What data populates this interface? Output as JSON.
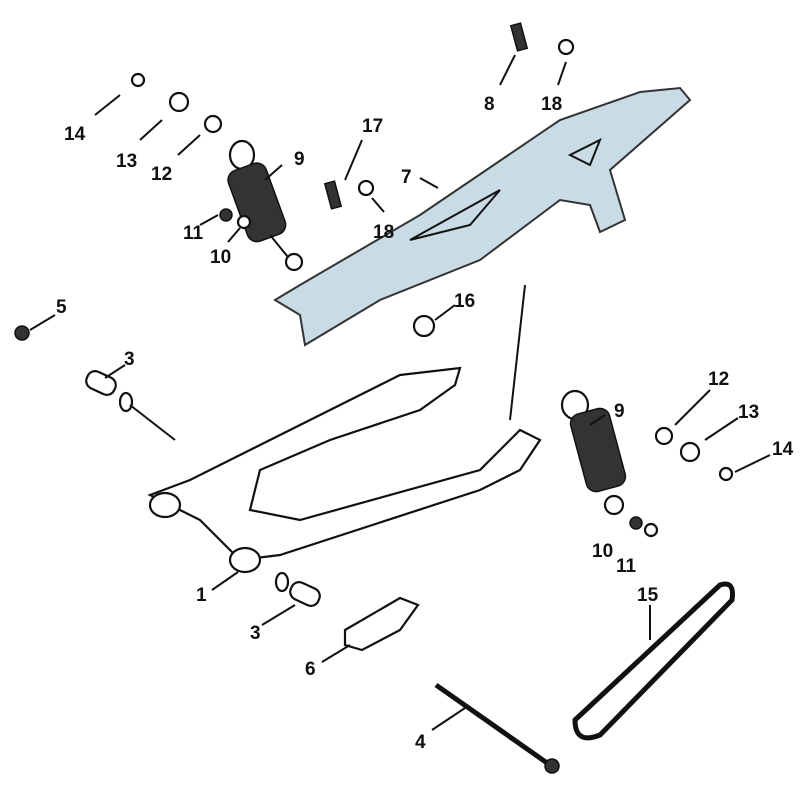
{
  "diagram": {
    "title": "Swingarm, chain guard and rear shock exploded view",
    "callouts": [
      {
        "id": "c8",
        "text": "8"
      },
      {
        "id": "c18a",
        "text": "18"
      },
      {
        "id": "c14a",
        "text": "14"
      },
      {
        "id": "c13a",
        "text": "13"
      },
      {
        "id": "c12a",
        "text": "12"
      },
      {
        "id": "c9a",
        "text": "9"
      },
      {
        "id": "c17",
        "text": "17"
      },
      {
        "id": "c7",
        "text": "7"
      },
      {
        "id": "c18b",
        "text": "18"
      },
      {
        "id": "c11a",
        "text": "11"
      },
      {
        "id": "c10a",
        "text": "10"
      },
      {
        "id": "c5",
        "text": "5"
      },
      {
        "id": "c16",
        "text": "16"
      },
      {
        "id": "c3a",
        "text": "3"
      },
      {
        "id": "c12b",
        "text": "12"
      },
      {
        "id": "c9b",
        "text": "9"
      },
      {
        "id": "c13b",
        "text": "13"
      },
      {
        "id": "c14b",
        "text": "14"
      },
      {
        "id": "c10b",
        "text": "10"
      },
      {
        "id": "c11b",
        "text": "11"
      },
      {
        "id": "c1",
        "text": "1"
      },
      {
        "id": "c3b",
        "text": "3"
      },
      {
        "id": "c6",
        "text": "6"
      },
      {
        "id": "c15",
        "text": "15"
      },
      {
        "id": "c4",
        "text": "4"
      }
    ],
    "colors": {
      "chain_guard": "#c9dbe4",
      "ink": "#111111"
    }
  }
}
